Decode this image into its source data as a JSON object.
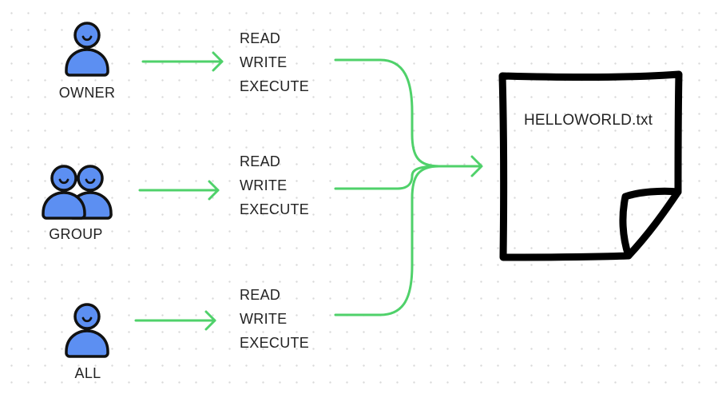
{
  "colors": {
    "user_fill": "#5c8ff2",
    "user_stroke": "#111111",
    "arrow": "#4fd16a",
    "file_stroke": "#000000"
  },
  "entities": [
    {
      "id": "owner",
      "label": "OWNER",
      "icon": "user-icon",
      "permissions": [
        "READ",
        "WRITE",
        "EXECUTE"
      ]
    },
    {
      "id": "group",
      "label": "GROUP",
      "icon": "users-icon",
      "permissions": [
        "READ",
        "WRITE",
        "EXECUTE"
      ]
    },
    {
      "id": "all",
      "label": "ALL",
      "icon": "user-icon",
      "permissions": [
        "READ",
        "WRITE",
        "EXECUTE"
      ]
    }
  ],
  "file": {
    "name": "HELLOWORLD.txt",
    "icon": "document-icon"
  }
}
